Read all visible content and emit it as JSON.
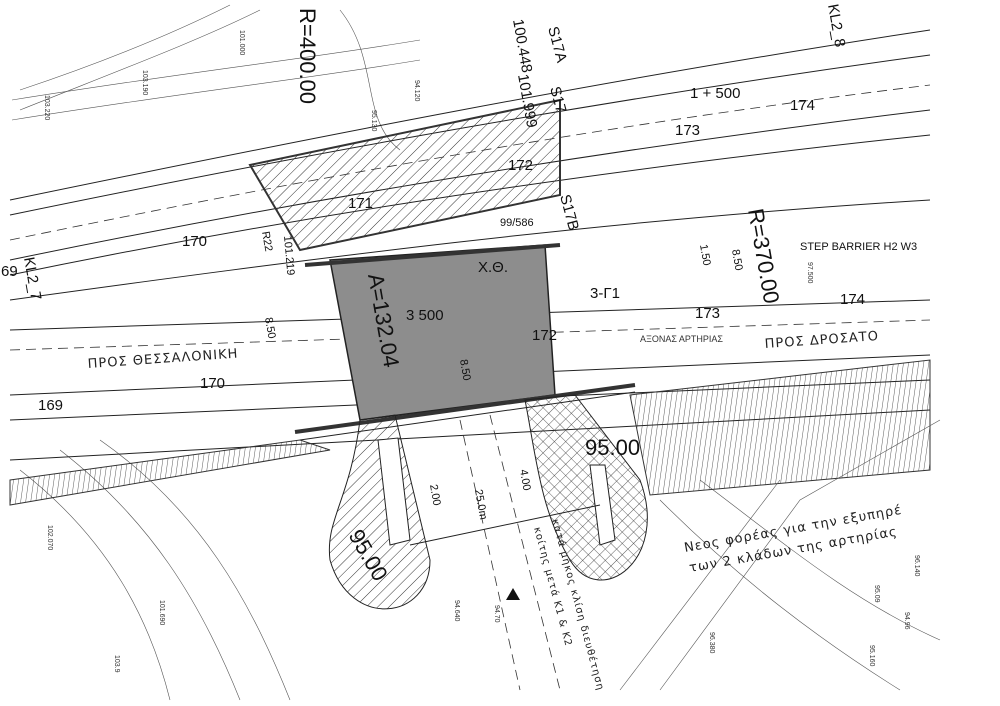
{
  "drawing": {
    "curve_labels": {
      "r400": "R=400.00",
      "r370": "R=370.00",
      "a132": "A=132.04"
    },
    "stations": {
      "s1500": "1 + 500",
      "s3500": "3  500"
    },
    "points": {
      "s17a": "S17A",
      "s17": "S17",
      "s17b": "S17B",
      "kl28": "KL2_8",
      "kl27": "KL2_7",
      "r22": "R22"
    },
    "chainages": {
      "c1": "100.448",
      "c2": "101.999",
      "c3": "99/586",
      "c4": "101.219",
      "c5": "69"
    },
    "profile_numbers": [
      "174",
      "173",
      "172",
      "171",
      "170",
      "169",
      "174",
      "173",
      "172",
      "170"
    ],
    "directions": {
      "to_thessaloniki": "ΠΡΟΣ ΘΕΣΣΑΛΟΝΙΚΗ",
      "to_drosato": "ΠΡΟΣ ΔΡΟΣΑΤΟ",
      "axis": "ΑΞΟΝΑΣ ΑΡΤΗΡΙΑΣ"
    },
    "barrier": "STEP BARRIER H2 W3",
    "bridge_labels": {
      "xth": "Χ.Θ.",
      "section": "3-Γ1"
    },
    "elevations": {
      "e1": "95.00",
      "e2": "95.00"
    },
    "dimensions": {
      "d850a": "8.50",
      "d850b": "8.50",
      "d850c": "8.50",
      "d150": "1.50",
      "d25": "25.0m",
      "d400": "4.00",
      "d200": "2.00"
    },
    "notes": {
      "new_bridge_1": "Νεος φορέας για την εξυπηρέ",
      "new_bridge_2": "των 2 κλάδων της αρτηρίας",
      "slope_1": "κατά μήκος κλίση διευθέτηση",
      "slope_2": "κοίτης μετά Κ1 & Κ2"
    },
    "spot_heights": [
      "95.130",
      "94.120",
      "101.000",
      "103.190",
      "103.220",
      "97.500",
      "94.640",
      "94.70",
      "96.140",
      "95.09",
      "94.96",
      "95.160",
      "96.380",
      "102.070",
      "103.9",
      "101.690"
    ]
  }
}
